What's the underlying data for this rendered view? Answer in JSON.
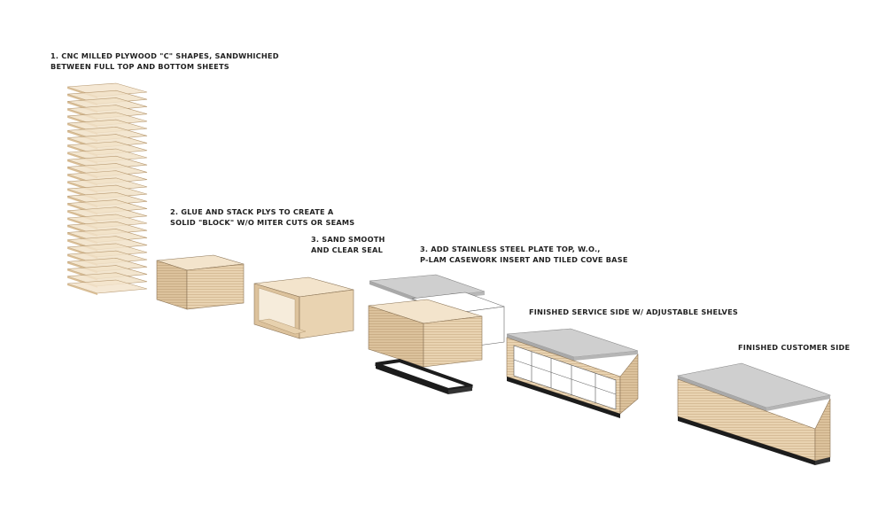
{
  "steps": [
    {
      "lines": [
        "1. CNC MILLED PLYWOOD \"C\" SHAPES, SANDWHICHED",
        "BETWEEN FULL TOP AND BOTTOM SHEETS"
      ]
    },
    {
      "lines": [
        "2. GLUE AND STACK PLYS TO CREATE A",
        "SOLID \"BLOCK\" W/O MITER CUTS OR SEAMS"
      ]
    },
    {
      "lines": [
        "3. SAND SMOOTH",
        "AND CLEAR SEAL"
      ]
    },
    {
      "lines": [
        "3. ADD STAINLESS STEEL PLATE TOP, W.O.,",
        "P-LAM CASEWORK INSERT AND TILED COVE BASE"
      ]
    },
    {
      "lines": [
        "FINISHED SERVICE SIDE W/ ADJUSTABLE SHELVES"
      ]
    },
    {
      "lines": [
        "FINISHED CUSTOMER SIDE"
      ]
    }
  ],
  "colors": {
    "wood_face": "#e9d3b1",
    "wood_top": "#f3e4cc",
    "wood_side": "#dcc29c",
    "steel_top": "#cfcfcf",
    "steel_edge": "#a9a9a9",
    "base": "#1c1c1c",
    "laminate": "#ffffff",
    "line": "#5a4a36"
  }
}
